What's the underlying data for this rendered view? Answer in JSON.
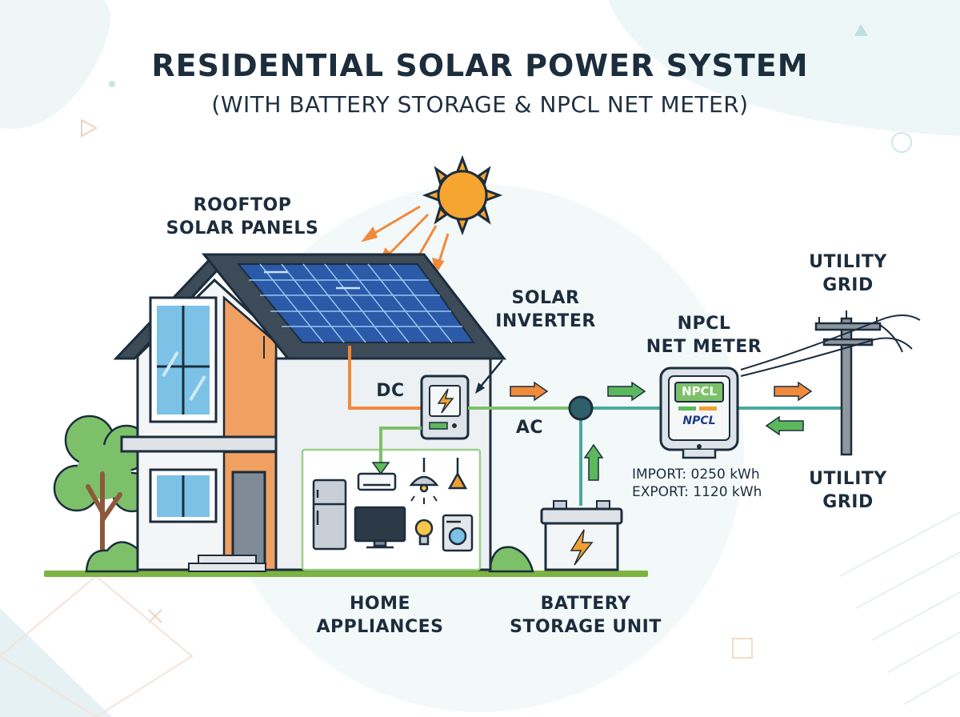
{
  "title": "RESIDENTIAL SOLAR POWER SYSTEM",
  "subtitle": "(WITH BATTERY STORAGE & NPCL NET METER)",
  "labels": {
    "rooftop_panels": "ROOFTOP\nSOLAR PANELS",
    "solar_inverter": "SOLAR\nINVERTER",
    "dc": "DC",
    "ac": "AC",
    "net_meter": "NPCL\nNET METER",
    "utility_grid_top": "UTILITY\nGRID",
    "utility_grid_bottom": "UTILITY\nGRID",
    "home_appliances": "HOME\nAPPLIANCES",
    "battery_storage": "BATTERY\nSTORAGE UNIT"
  },
  "meter": {
    "brand_top": "NPCL",
    "brand_bottom": "NPCL",
    "readings": "IMPORT: 0250 kWh\nEXPORT: 1120 kWh"
  },
  "colors": {
    "dc_line": "#f08a3c",
    "ac_line": "#7cc16a",
    "grid_line": "#4aa8a0",
    "arrow_orange": "#f08a3c",
    "arrow_green": "#5cb85c",
    "sun": "#f7a531",
    "battery_bolt": "#f0a030"
  }
}
